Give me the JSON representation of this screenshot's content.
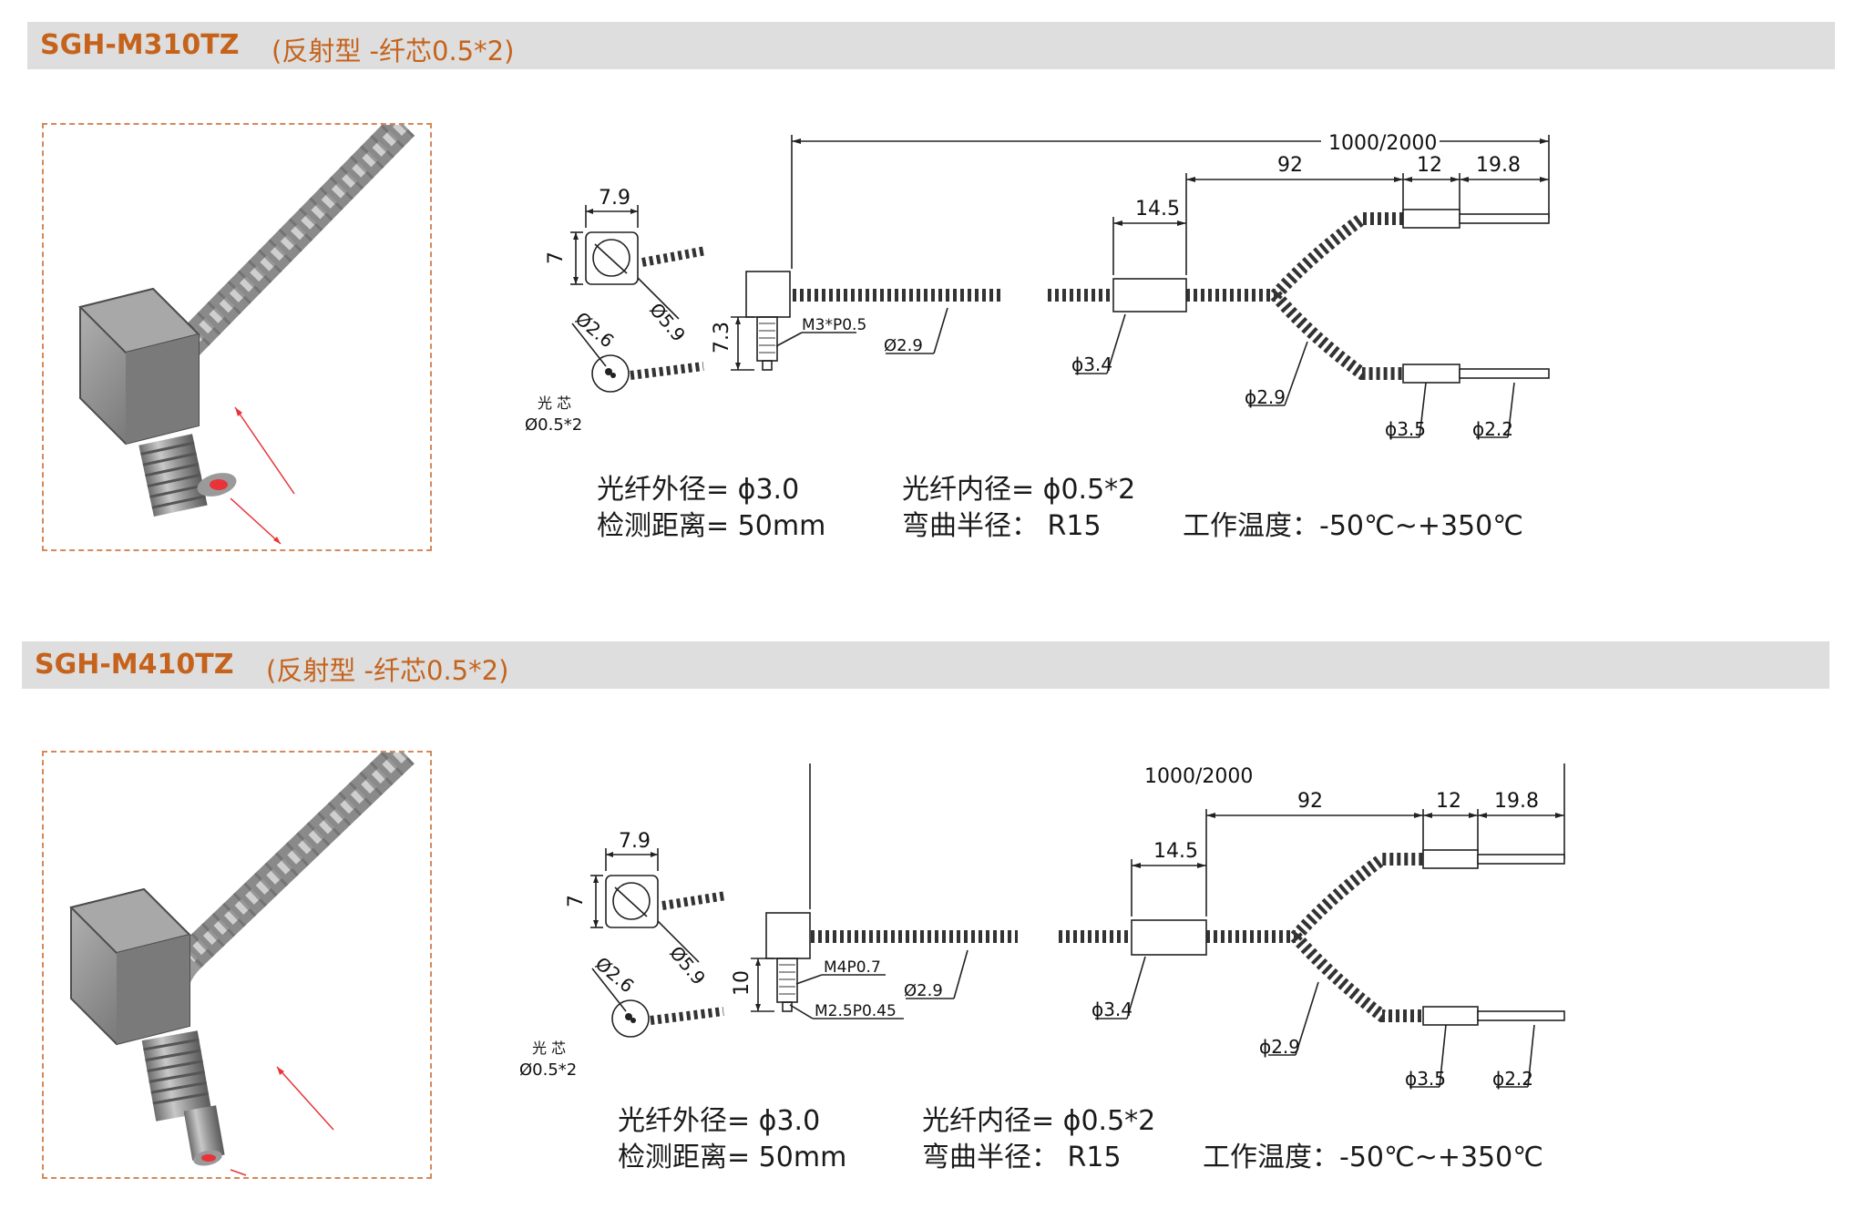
{
  "sections": [
    {
      "model": "SGH-M310TZ",
      "subtitle": "(反射型 -纤芯0.5*2)",
      "photo": {
        "icon": "fiber-sensor-head-photo"
      },
      "drawing": {
        "total_length": "1000/2000",
        "dim_92": "92",
        "dim_12": "12",
        "dim_19_8": "19.8",
        "dim_14_5": "14.5",
        "dim_7_9": "7.9",
        "dim_7": "7",
        "dim_5_9": "Ø5.9",
        "dim_2_6": "Ø2.6",
        "core_label": "光 芯",
        "core_size": "Ø0.5*2",
        "head_height": "7.3",
        "thread_1": "M3*P0.5",
        "thread_2": "",
        "sleeve_dia": "Ø2.9",
        "ferrule_dia": "ϕ3.4",
        "branch_dia": "ϕ2.9",
        "end_dia_1": "ϕ3.5",
        "end_dia_2": "ϕ2.2"
      },
      "specs": {
        "outer_dia": "光纤外径= ϕ3.0",
        "detect_dist": "检测距离= 50mm",
        "inner_dia": "光纤内径= ϕ0.5*2",
        "bend_radius": "弯曲半径：  R15",
        "temperature": "工作温度：-50℃~+350℃"
      }
    },
    {
      "model": "SGH-M410TZ",
      "subtitle": "(反射型 -纤芯0.5*2)",
      "photo": {
        "icon": "fiber-sensor-head-photo"
      },
      "drawing": {
        "total_length": "1000/2000",
        "dim_92": "92",
        "dim_12": "12",
        "dim_19_8": "19.8",
        "dim_14_5": "14.5",
        "dim_7_9": "7.9",
        "dim_7": "7",
        "dim_5_9": "Ø5.9",
        "dim_2_6": "Ø2.6",
        "core_label": "光 芯",
        "core_size": "Ø0.5*2",
        "head_height": "10",
        "thread_1": "M4P0.7",
        "thread_2": "M2.5P0.45",
        "sleeve_dia": "Ø2.9",
        "ferrule_dia": "ϕ3.4",
        "branch_dia": "ϕ2.9",
        "end_dia_1": "ϕ3.5",
        "end_dia_2": "ϕ2.2"
      },
      "specs": {
        "outer_dia": "光纤外径= ϕ3.0",
        "detect_dist": "检测距离= 50mm",
        "inner_dia": "光纤内径= ϕ0.5*2",
        "bend_radius": "弯曲半径：  R15",
        "temperature": "工作温度：-50℃~+350℃"
      }
    }
  ],
  "colors": {
    "accent": "#c5631c",
    "header_bg": "#dedede",
    "frame": "#d4895a",
    "emitter": "#e8333a"
  }
}
